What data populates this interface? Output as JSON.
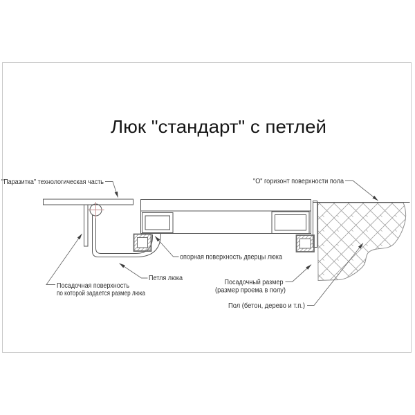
{
  "sheet": {
    "title": "Люк \"стандарт\" с петлей"
  },
  "callouts": {
    "parasitka": "\"Паразитка\" технологическая часть",
    "floor_horizon": "\"О\" горизонт поверхности пола",
    "door_support": "опорная поверхность дверцы люка",
    "hinge": "Петля люка",
    "seating_surface": {
      "line1": "Посадочная поверхность",
      "line2": "по которой задается размер люка"
    },
    "seating_size": {
      "line1": "Посадочный размер",
      "line2": "(размер проема в полу)"
    },
    "floor_material": "Пол (бетон, дерево и т.п.)"
  },
  "colors": {
    "line": "#565656",
    "hatch": "#a6a6a6",
    "center_mark": "#c38b8b",
    "sheet_border": "#c9c9c9",
    "text": "#2e2e2e"
  }
}
